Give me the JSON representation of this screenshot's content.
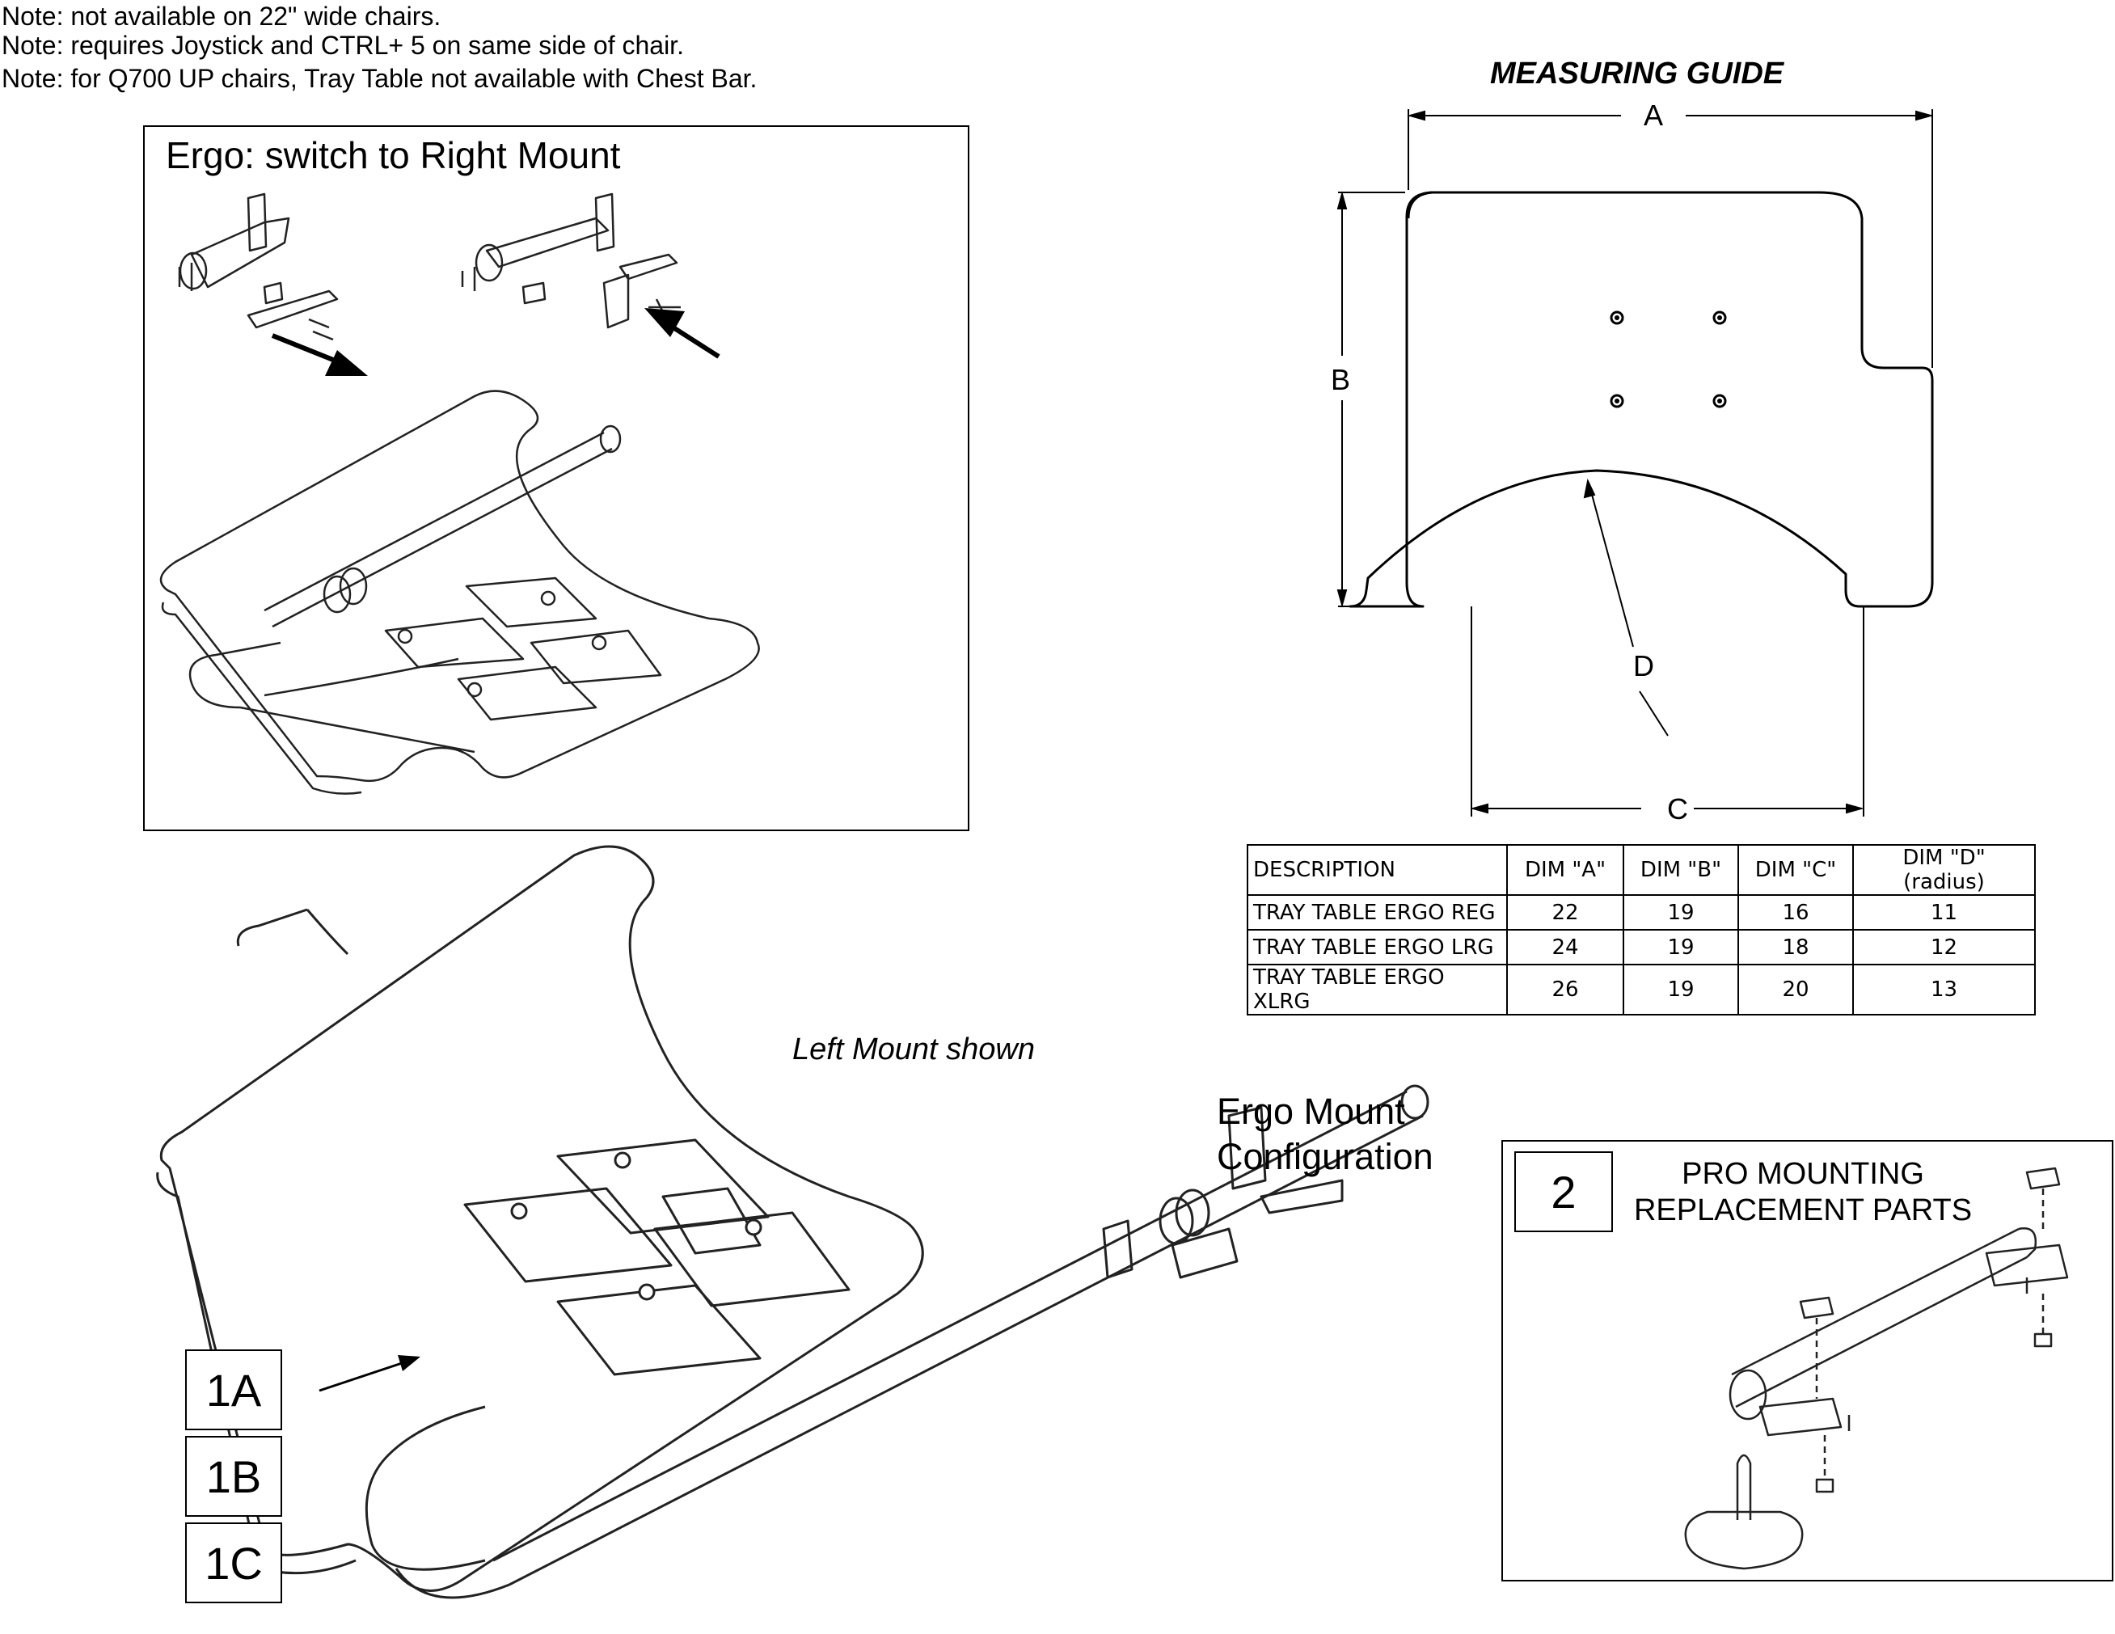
{
  "notes": [
    "Note: not available on 22\" wide chairs.",
    "Note: requires Joystick and CTRL+ 5 on same side of chair.",
    "Note: for Q700 UP chairs, Tray Table not available with Chest Bar."
  ],
  "inset": {
    "title": "Ergo: switch to Right Mount"
  },
  "guide": {
    "title": "MEASURING GUIDE",
    "dims": {
      "a": "A",
      "b": "B",
      "c": "C",
      "d": "D"
    }
  },
  "table": {
    "headers": [
      "DESCRIPTION",
      "DIM \"A\"",
      "DIM \"B\"",
      "DIM \"C\"",
      "DIM \"D\" (radius)"
    ],
    "rows": [
      [
        "TRAY TABLE ERGO REG",
        "22",
        "19",
        "16",
        "11"
      ],
      [
        "TRAY TABLE ERGO LRG",
        "24",
        "19",
        "18",
        "12"
      ],
      [
        "TRAY TABLE ERGO XLRG",
        "26",
        "19",
        "20",
        "13"
      ]
    ]
  },
  "main": {
    "caption": "Left Mount shown",
    "config_line1": "Ergo Mount",
    "config_line2": "Configuration",
    "labels": [
      "1A",
      "1B",
      "1C"
    ]
  },
  "pro": {
    "number": "2",
    "line1": "PRO MOUNTING",
    "line2": "REPLACEMENT PARTS"
  }
}
